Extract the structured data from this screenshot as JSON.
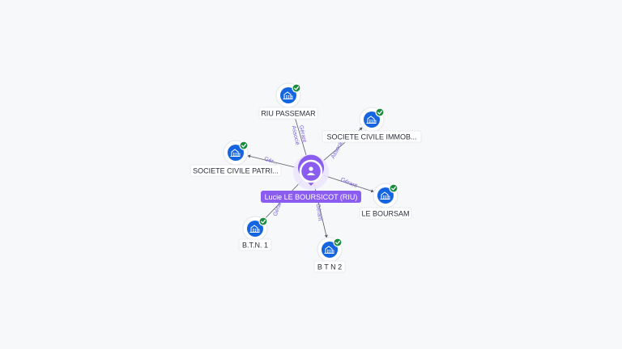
{
  "colors": {
    "background": "#f7f8fa",
    "entity_node": "#1565e0",
    "verified_badge": "#1a8a3f",
    "person_node": "#8a5cf0",
    "relation_text": "#7b5fe0"
  },
  "center": {
    "name": "Lucie LE BOURSICOT (RIU)",
    "icon": "person-icon"
  },
  "nodes": [
    {
      "id": "riu-passemar",
      "label": "RIU PASSEMAR",
      "icon": "building-icon",
      "verified": true
    },
    {
      "id": "societe-civile-immob",
      "label": "SOCIETE CIVILE IMMOB...",
      "icon": "building-icon",
      "verified": true
    },
    {
      "id": "societe-civile-patri",
      "label": "SOCIETE CIVILE PATRI...",
      "icon": "building-icon",
      "verified": true
    },
    {
      "id": "le-boursam",
      "label": "LE BOURSAM",
      "icon": "building-icon",
      "verified": true
    },
    {
      "id": "btn-1",
      "label": "B.T.N. 1",
      "icon": "building-icon",
      "verified": true
    },
    {
      "id": "btn-2",
      "label": "B T N 2",
      "icon": "building-icon",
      "verified": true
    }
  ],
  "edges": [
    {
      "target": "riu-passemar",
      "labels": [
        "Gérant",
        "Associé"
      ]
    },
    {
      "target": "societe-civile-immob",
      "labels": [
        "Associé"
      ]
    },
    {
      "target": "societe-civile-patri",
      "labels": [
        "Gér..."
      ]
    },
    {
      "target": "le-boursam",
      "labels": [
        "Gérant"
      ]
    },
    {
      "target": "btn-1",
      "labels": [
        "Gérant"
      ]
    },
    {
      "target": "btn-2",
      "labels": [
        "Gérant"
      ]
    }
  ]
}
